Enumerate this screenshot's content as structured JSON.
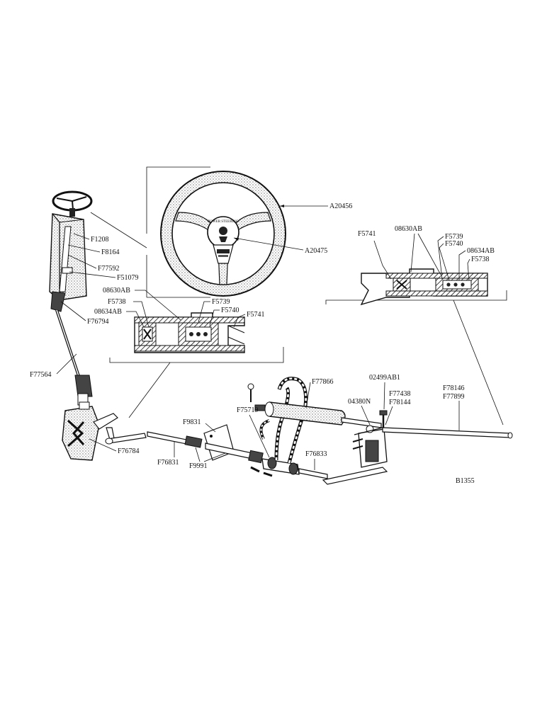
{
  "drawing_id": "B1355",
  "part_labels": {
    "steering_wheel_rim": "A20456",
    "horn_button": "A20475",
    "f1208": "F1208",
    "f8164": "F8164",
    "f77592": "F77592",
    "f51079": "F51079",
    "f76794": "F76794",
    "f77564": "F77564",
    "f76784": "F76784",
    "f76831": "F76831",
    "f9831": "F9831",
    "f9991": "F9991",
    "f75719": "F75719",
    "f77866": "F77866",
    "f76833": "F76833",
    "o4380n": "04380N",
    "o2499ab1": "02499AB1",
    "f77438": "F77438",
    "f78144": "F78144",
    "f78146": "F78146",
    "f77899": "F77899"
  },
  "left_detail_labels": {
    "o8630ab": "08630AB",
    "f5738": "F5738",
    "o8634ab": "08634AB",
    "f5739": "F5739",
    "f5740": "F5740",
    "f5741": "F5741"
  },
  "right_detail_labels": {
    "f5741": "F5741",
    "o8630ab": "08630AB",
    "f5739": "F5739",
    "f5740": "F5740",
    "o8634ab": "08634AB",
    "f5738": "F5738"
  },
  "hub_emblem_text": "POWER STEERING"
}
